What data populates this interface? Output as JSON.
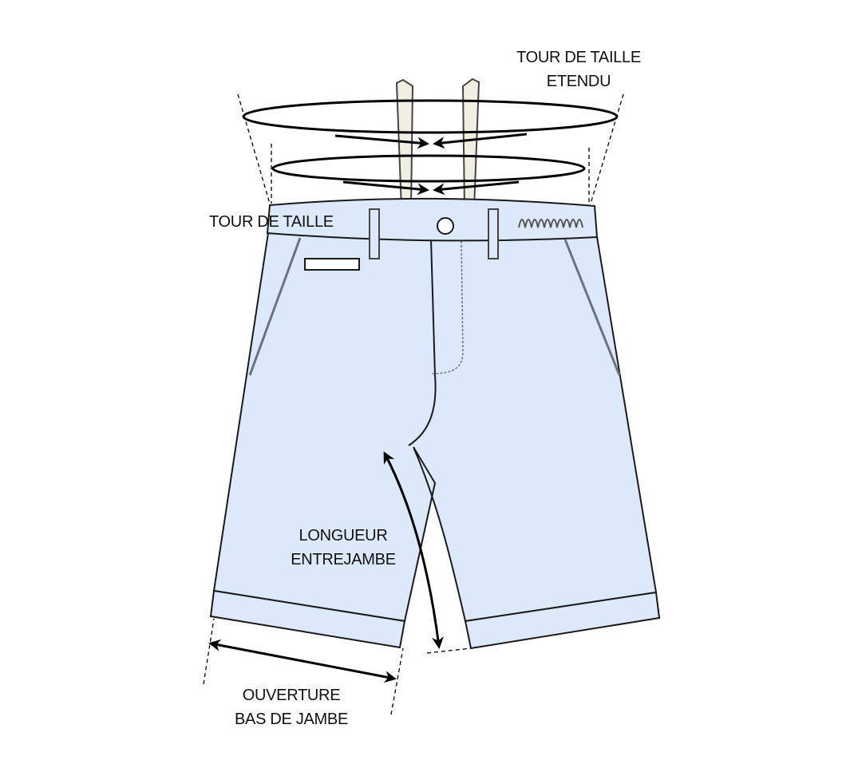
{
  "labels": {
    "waist_extended": [
      "TOUR DE TAILLE",
      "ETENDU"
    ],
    "waist": "TOUR DE TAILLE",
    "inseam": [
      "LONGUEUR",
      "ENTREJAMBE"
    ],
    "leg_opening": [
      "OUVERTURE",
      "BAS DE JAMBE"
    ]
  },
  "colors": {
    "fabric": "#dce9fb",
    "outline": "#1a1a1a",
    "stitch": "#6b7280",
    "strap": "#f1efe2",
    "arrow": "#000000"
  }
}
